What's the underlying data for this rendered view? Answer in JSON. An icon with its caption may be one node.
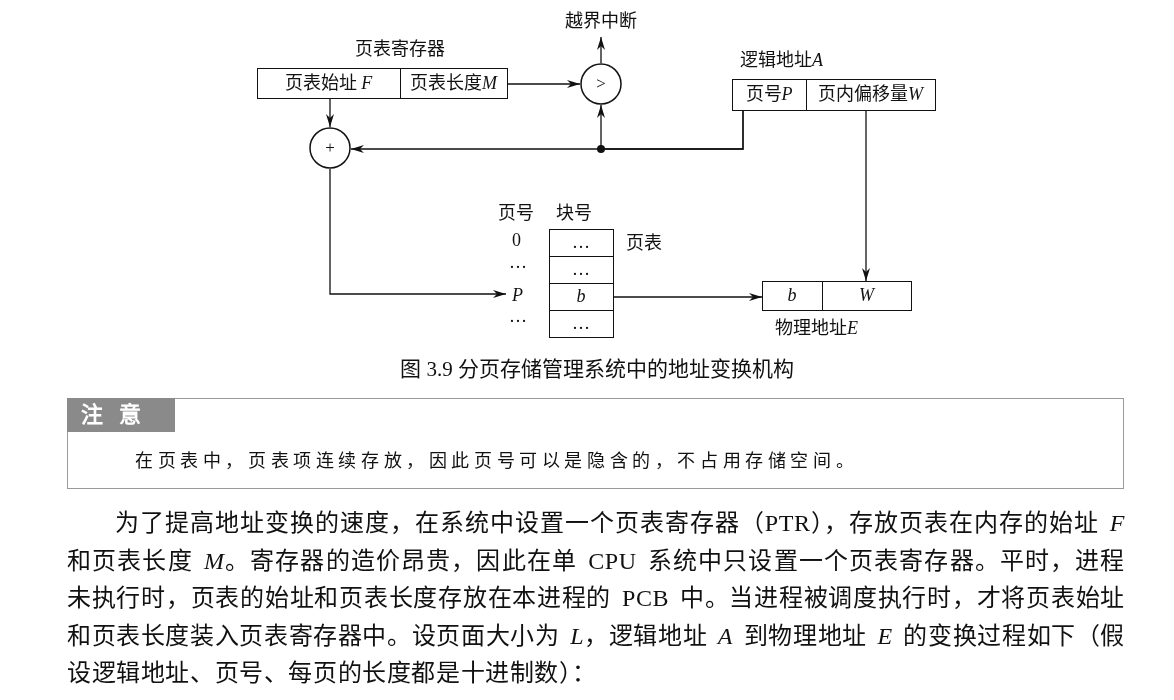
{
  "diagram": {
    "caption": "图 3.9 分页存储管理系统中的地址变换机构",
    "nodes": [
      {
        "text": [
          "越界中断"
        ]
      },
      {
        "text": [
          "页表寄存器"
        ]
      },
      {
        "text": [
          "页表始址 F"
        ],
        "in": 1
      },
      {
        "text": [
          "页表长度M"
        ],
        "in": 1
      },
      {
        "text": [
          ">"
        ]
      },
      {
        "text": [
          "逻辑地址A"
        ]
      },
      {
        "text": [
          "页号P"
        ],
        "in": 5
      },
      {
        "text": [
          "页内偏移量W"
        ],
        "in": 5
      },
      {
        "text": [
          "+"
        ]
      },
      {
        "text": [
          "页表"
        ]
      },
      {
        "text": [
          "…"
        ],
        "in": 9
      },
      {
        "text": [
          "…"
        ],
        "in": 9
      },
      {
        "text": [
          "b"
        ],
        "in": 9
      },
      {
        "text": [
          "…"
        ],
        "in": 9
      },
      {
        "text": [
          "P"
        ]
      },
      {
        "text": [
          "物理地址E"
        ]
      },
      {
        "text": [
          "b"
        ],
        "in": 15
      },
      {
        "text": [
          "W"
        ],
        "in": 15
      },
      {
        "text": [
          "注意",
          "在页表中，页表项连续存放，因此页号可以是隐含的，不占用存储空间。"
        ]
      }
    ],
    "edges": [
      {
        "from": 2,
        "to": 8,
        "arrow": "to"
      },
      {
        "from": 3,
        "to": 4,
        "arrow": "to"
      },
      {
        "from": 4,
        "to": 0,
        "arrow": "to"
      },
      {
        "from": 6,
        "to": 8,
        "arrow": "to"
      },
      {
        "from": 6,
        "to": 4,
        "arrow": "to"
      },
      {
        "from": 8,
        "to": 14,
        "arrow": "to"
      },
      {
        "from": 12,
        "to": 16,
        "arrow": "to"
      },
      {
        "from": 7,
        "to": 17,
        "arrow": "to"
      }
    ],
    "labels": [
      "页号",
      "块号",
      "0",
      "…",
      "…",
      "为了提高地址变换的速度，在系统中设置一个页表寄存器（PTR），存放页表在内存的始址 F和页表长度 M。寄存器的造价昂贵，因此在单 CPU 系统中只设置一个页表寄存器。平时，进程未执行时，页表的始址和页表长度存放在本进程的 PCB 中。当进程被调度执行时，才将页表始址和页表长度装入页表寄存器中。设页面大小为 L，逻辑地址 A 到物理地址 E 的变换过程如下（假设逻辑地址、页号、每页的长度都是十进制数）："
    ]
  }
}
